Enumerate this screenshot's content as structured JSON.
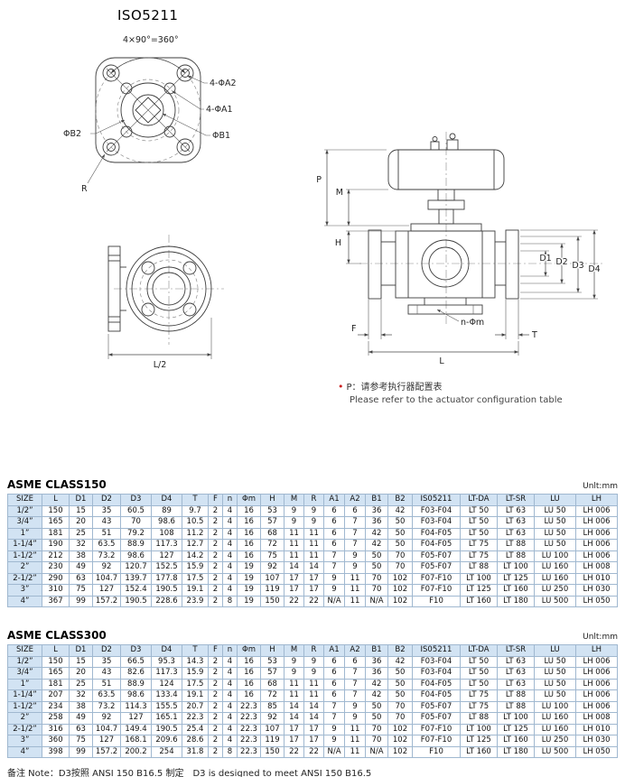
{
  "page_title": "ISO5211",
  "drawing": {
    "angle_label": "4×90°=360°",
    "a2_label": "4-ΦA2",
    "a1_label": "4-ΦA1",
    "b2_label": "ΦB2",
    "b1_label": "ΦB1",
    "r_label": "R",
    "p_label": "P",
    "m_label": "M",
    "h_label": "H",
    "d1_label": "D1",
    "d2_label": "D2",
    "d3_label": "D3",
    "d4_label": "D4",
    "nm_label": "n-Φm",
    "f_label": "F",
    "l_label": "L",
    "t_label": "T",
    "half_l_label": "L/2"
  },
  "actuator_note": {
    "bullet": "•",
    "cn": "P：请参考执行器配置表",
    "en": "Please refer to the actuator configuration table"
  },
  "tables": {
    "class150": {
      "title": "ASME CLASS150",
      "unit": "Unlt:mm",
      "headers": [
        "SIZE",
        "L",
        "D1",
        "D2",
        "D3",
        "D4",
        "T",
        "F",
        "n",
        "Φm",
        "H",
        "M",
        "R",
        "A1",
        "A2",
        "B1",
        "B2",
        "IS05211",
        "LT-DA",
        "LT-SR",
        "LU",
        "LH"
      ],
      "rows": [
        [
          "1/2”",
          "150",
          "15",
          "35",
          "60.5",
          "89",
          "9.7",
          "2",
          "4",
          "16",
          "53",
          "9",
          "9",
          "6",
          "6",
          "36",
          "42",
          "F03-F04",
          "LT 50",
          "LT 63",
          "LU 50",
          "LH 006"
        ],
        [
          "3/4”",
          "165",
          "20",
          "43",
          "70",
          "98.6",
          "10.5",
          "2",
          "4",
          "16",
          "57",
          "9",
          "9",
          "6",
          "7",
          "36",
          "50",
          "F03-F04",
          "LT 50",
          "LT 63",
          "LU 50",
          "LH 006"
        ],
        [
          "1”",
          "181",
          "25",
          "51",
          "79.2",
          "108",
          "11.2",
          "2",
          "4",
          "16",
          "68",
          "11",
          "11",
          "6",
          "7",
          "42",
          "50",
          "F04-F05",
          "LT 50",
          "LT 63",
          "LU 50",
          "LH 006"
        ],
        [
          "1-1/4”",
          "190",
          "32",
          "63.5",
          "88.9",
          "117.3",
          "12.7",
          "2",
          "4",
          "16",
          "72",
          "11",
          "11",
          "6",
          "7",
          "42",
          "50",
          "F04-F05",
          "LT 75",
          "LT 88",
          "LU 50",
          "LH 006"
        ],
        [
          "1-1/2”",
          "212",
          "38",
          "73.2",
          "98.6",
          "127",
          "14.2",
          "2",
          "4",
          "16",
          "75",
          "11",
          "11",
          "7",
          "9",
          "50",
          "70",
          "F05-F07",
          "LT 75",
          "LT 88",
          "LU 100",
          "LH 006"
        ],
        [
          "2”",
          "230",
          "49",
          "92",
          "120.7",
          "152.5",
          "15.9",
          "2",
          "4",
          "19",
          "92",
          "14",
          "14",
          "7",
          "9",
          "50",
          "70",
          "F05-F07",
          "LT 88",
          "LT 100",
          "LU 160",
          "LH 008"
        ],
        [
          "2-1/2”",
          "290",
          "63",
          "104.7",
          "139.7",
          "177.8",
          "17.5",
          "2",
          "4",
          "19",
          "107",
          "17",
          "17",
          "9",
          "11",
          "70",
          "102",
          "F07-F10",
          "LT 100",
          "LT 125",
          "LU 160",
          "LH 010"
        ],
        [
          "3”",
          "310",
          "75",
          "127",
          "152.4",
          "190.5",
          "19.1",
          "2",
          "4",
          "19",
          "119",
          "17",
          "17",
          "9",
          "11",
          "70",
          "102",
          "F07-F10",
          "LT 125",
          "LT 160",
          "LU 250",
          "LH 030"
        ],
        [
          "4”",
          "367",
          "99",
          "157.2",
          "190.5",
          "228.6",
          "23.9",
          "2",
          "8",
          "19",
          "150",
          "22",
          "22",
          "N/A",
          "11",
          "N/A",
          "102",
          "F10",
          "LT 160",
          "LT 180",
          "LU 500",
          "LH 050"
        ]
      ]
    },
    "class300": {
      "title": "ASME CLASS300",
      "unit": "Unlt:mm",
      "headers": [
        "SIZE",
        "L",
        "D1",
        "D2",
        "D3",
        "D4",
        "T",
        "F",
        "n",
        "Φm",
        "H",
        "M",
        "R",
        "A1",
        "A2",
        "B1",
        "B2",
        "IS05211",
        "LT-DA",
        "LT-SR",
        "LU",
        "LH"
      ],
      "rows": [
        [
          "1/2”",
          "150",
          "15",
          "35",
          "66.5",
          "95.3",
          "14.3",
          "2",
          "4",
          "16",
          "53",
          "9",
          "9",
          "6",
          "6",
          "36",
          "42",
          "F03-F04",
          "LT 50",
          "LT 63",
          "LU 50",
          "LH 006"
        ],
        [
          "3/4”",
          "165",
          "20",
          "43",
          "82.6",
          "117.3",
          "15.9",
          "2",
          "4",
          "16",
          "57",
          "9",
          "9",
          "6",
          "7",
          "36",
          "50",
          "F03-F04",
          "LT 50",
          "LT 63",
          "LU 50",
          "LH 006"
        ],
        [
          "1”",
          "181",
          "25",
          "51",
          "88.9",
          "124",
          "17.5",
          "2",
          "4",
          "16",
          "68",
          "11",
          "11",
          "6",
          "7",
          "42",
          "50",
          "F04-F05",
          "LT 50",
          "LT 63",
          "LU 50",
          "LH 006"
        ],
        [
          "1-1/4”",
          "207",
          "32",
          "63.5",
          "98.6",
          "133.4",
          "19.1",
          "2",
          "4",
          "16",
          "72",
          "11",
          "11",
          "6",
          "7",
          "42",
          "50",
          "F04-F05",
          "LT 75",
          "LT 88",
          "LU 50",
          "LH 006"
        ],
        [
          "1-1/2”",
          "234",
          "38",
          "73.2",
          "114.3",
          "155.5",
          "20.7",
          "2",
          "4",
          "22.3",
          "85",
          "14",
          "14",
          "7",
          "9",
          "50",
          "70",
          "F05-F07",
          "LT 75",
          "LT 88",
          "LU 100",
          "LH 006"
        ],
        [
          "2”",
          "258",
          "49",
          "92",
          "127",
          "165.1",
          "22.3",
          "2",
          "4",
          "22.3",
          "92",
          "14",
          "14",
          "7",
          "9",
          "50",
          "70",
          "F05-F07",
          "LT 88",
          "LT 100",
          "LU 160",
          "LH 008"
        ],
        [
          "2-1/2”",
          "316",
          "63",
          "104.7",
          "149.4",
          "190.5",
          "25.4",
          "2",
          "4",
          "22.3",
          "107",
          "17",
          "17",
          "9",
          "11",
          "70",
          "102",
          "F07-F10",
          "LT 100",
          "LT 125",
          "LU 160",
          "LH 010"
        ],
        [
          "3”",
          "360",
          "75",
          "127",
          "168.1",
          "209.6",
          "28.6",
          "2",
          "4",
          "22.3",
          "119",
          "17",
          "17",
          "9",
          "11",
          "70",
          "102",
          "F07-F10",
          "LT 125",
          "LT 160",
          "LU 250",
          "LH 030"
        ],
        [
          "4”",
          "398",
          "99",
          "157.2",
          "200.2",
          "254",
          "31.8",
          "2",
          "8",
          "22.3",
          "150",
          "22",
          "22",
          "N/A",
          "11",
          "N/A",
          "102",
          "F10",
          "LT 160",
          "LT 180",
          "LU 500",
          "LH 050"
        ]
      ]
    }
  },
  "footer_note": {
    "cn": "备注 Note：D3按照 ANSI 150 B16.5 制定",
    "en": "D3 is designed to meet ANSI 150 B16.5"
  }
}
